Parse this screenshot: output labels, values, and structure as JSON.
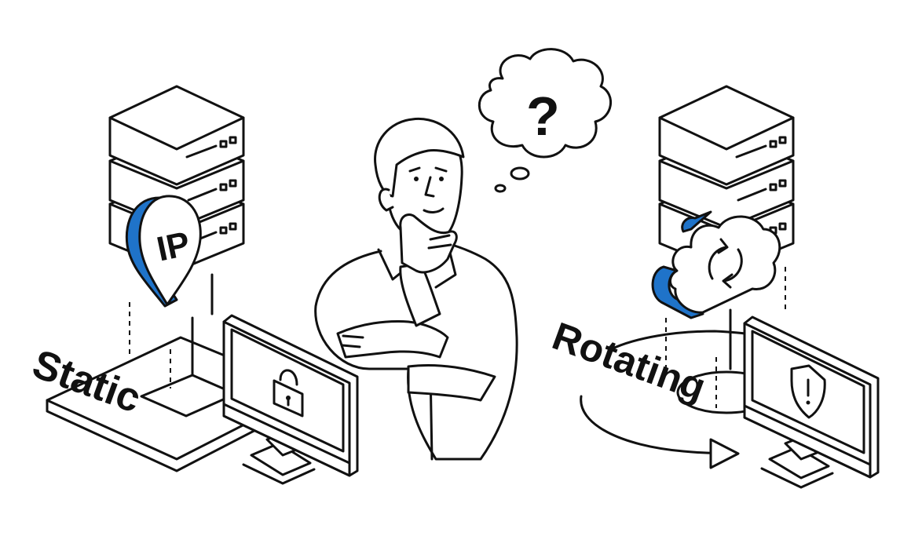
{
  "scene": {
    "static_label": "Static",
    "ip_badge": "IP",
    "rotating_label": "Rotating",
    "thought_symbol": "?"
  },
  "colors": {
    "accent": "#1f73c9",
    "ink": "#111111",
    "background": "#ffffff"
  },
  "icons": [
    "server-rack-icon",
    "location-pin-icon",
    "padlock-icon",
    "cloud-sync-icon",
    "shield-alert-icon",
    "thought-bubble-icon",
    "rotation-arrow-icon"
  ]
}
